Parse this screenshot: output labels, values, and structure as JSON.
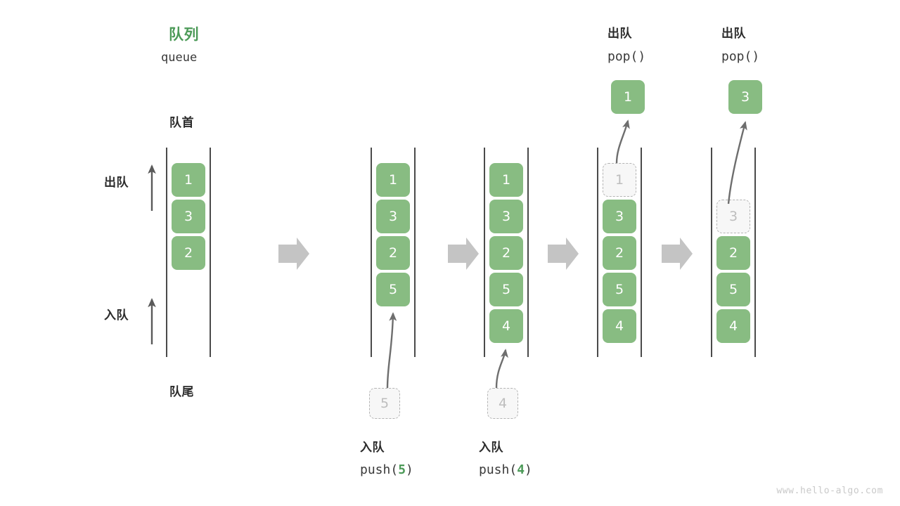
{
  "header": {
    "title_cn": "队列",
    "title_en": "queue",
    "front_label": "队首",
    "rear_label": "队尾"
  },
  "side_labels": {
    "dequeue": "出队",
    "enqueue": "入队"
  },
  "colors": {
    "cell_green": "#88bc82",
    "title_green": "#4c9a58",
    "ghost_fill": "#f7f7f7",
    "ghost_border": "#b4b4b4",
    "ghost_text": "#bdbdbd",
    "rail": "#4a4a4a",
    "arrow_gray": "#c4c4c4",
    "curve_gray": "#6e6e6e",
    "text_dark": "#2b2b2b",
    "watermark": "#c9c9c9"
  },
  "steps": [
    {
      "id": "initial",
      "cells": [
        "1",
        "3",
        "2"
      ],
      "top_caption_cn": "",
      "top_caption_code": "",
      "popped_value": "",
      "ghost_top": "",
      "ghost_bottom": "",
      "bottom_caption_cn": "",
      "bottom_caption_code": ""
    },
    {
      "id": "push-5",
      "cells": [
        "1",
        "3",
        "2",
        "5"
      ],
      "top_caption_cn": "",
      "top_caption_code": "",
      "popped_value": "",
      "ghost_top": "",
      "ghost_bottom": "5",
      "bottom_caption_cn": "入队",
      "bottom_caption_code_prefix": "push(",
      "bottom_caption_code_arg": "5",
      "bottom_caption_code_suffix": ")"
    },
    {
      "id": "push-4",
      "cells": [
        "1",
        "3",
        "2",
        "5",
        "4"
      ],
      "top_caption_cn": "",
      "top_caption_code": "",
      "popped_value": "",
      "ghost_top": "",
      "ghost_bottom": "4",
      "bottom_caption_cn": "入队",
      "bottom_caption_code_prefix": "push(",
      "bottom_caption_code_arg": "4",
      "bottom_caption_code_suffix": ")"
    },
    {
      "id": "pop-1",
      "cells": [
        "3",
        "2",
        "5",
        "4"
      ],
      "top_caption_cn": "出队",
      "top_caption_code": "pop()",
      "popped_value": "1",
      "ghost_top": "1",
      "ghost_bottom": "",
      "bottom_caption_cn": "",
      "bottom_caption_code": ""
    },
    {
      "id": "pop-3",
      "cells": [
        "2",
        "5",
        "4"
      ],
      "top_caption_cn": "出队",
      "top_caption_code": "pop()",
      "popped_value": "3",
      "ghost_top": "3",
      "ghost_bottom": "",
      "bottom_caption_cn": "",
      "bottom_caption_code": ""
    }
  ],
  "transition_arrows": 4,
  "watermark": "www.hello-algo.com"
}
